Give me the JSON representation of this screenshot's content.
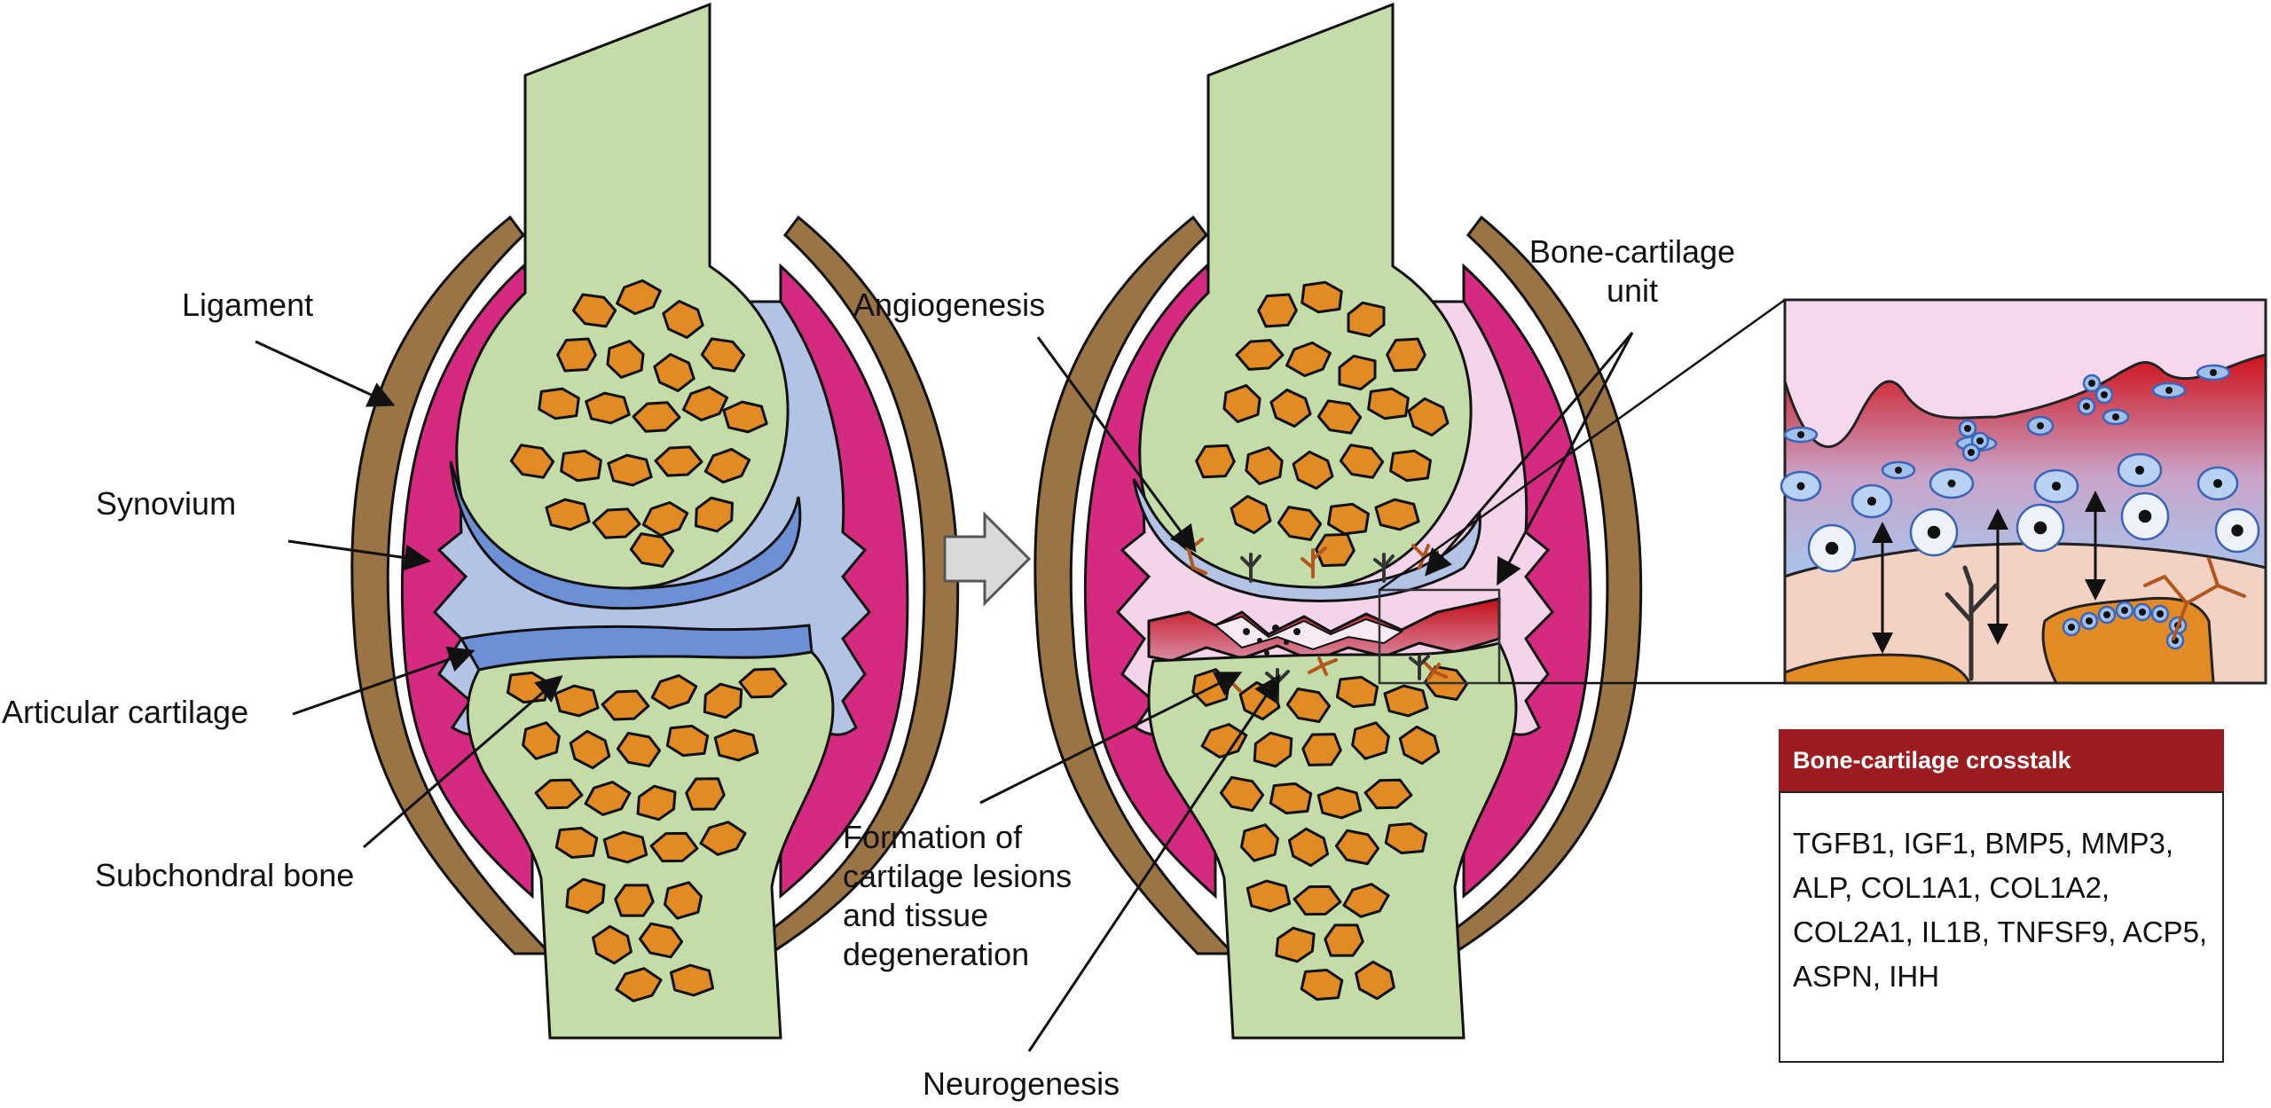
{
  "labels": {
    "ligament": "Ligament",
    "synovium": "Synovium",
    "articular_cartilage": "Articular cartilage",
    "subchondral_bone": "Subchondral bone",
    "angiogenesis": "Angiogenesis",
    "bone_cartilage_unit_line1": "Bone-cartilage",
    "bone_cartilage_unit_line2": "unit",
    "formation_line1": "Formation of",
    "formation_line2": "cartilage lesions",
    "formation_line3": "and tissue",
    "formation_line4": "degeneration",
    "neurogenesis": "Neurogenesis"
  },
  "crosstalk": {
    "title": "Bone-cartilage crosstalk",
    "genes": "TGFB1, IGF1, BMP5, MMP3,\nALP, COL1A1, COL1A2,\nCOL2A1, IL1B, TNFSF9, ACP5,\nASPN, IHH"
  },
  "colors": {
    "bone": "#c3dca8",
    "marrow": "#e28a23",
    "cartilage": "#6d8fd6",
    "cartilage_light": "#b3c3e6",
    "synovium": "#d42a80",
    "ligament": "#9a7445",
    "inflamed": "#f3d4ea",
    "lesion_red": "#d0121b",
    "header_red": "#9b1b1e",
    "inset_bg": "#f5d8ee",
    "inset_bone": "#f3d2c4"
  }
}
